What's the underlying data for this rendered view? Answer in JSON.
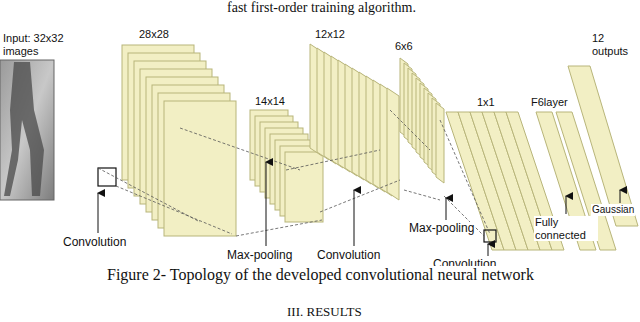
{
  "diagram": {
    "caption": "Figure 2- Topology of the developed convolutional neural network",
    "labels": [
      "fast first-order training algorithm.",
      "Input: 32x32 images",
      "28x28",
      "14x14",
      "12x12",
      "6x6",
      "1x1",
      "F6layer",
      "12 outputs",
      "Convolution",
      "Max-pooling",
      "Convolution",
      "Max-pooling",
      "Convolution",
      "Fully connected",
      "Gaussian",
      "III. RESULTS"
    ]
  }
}
